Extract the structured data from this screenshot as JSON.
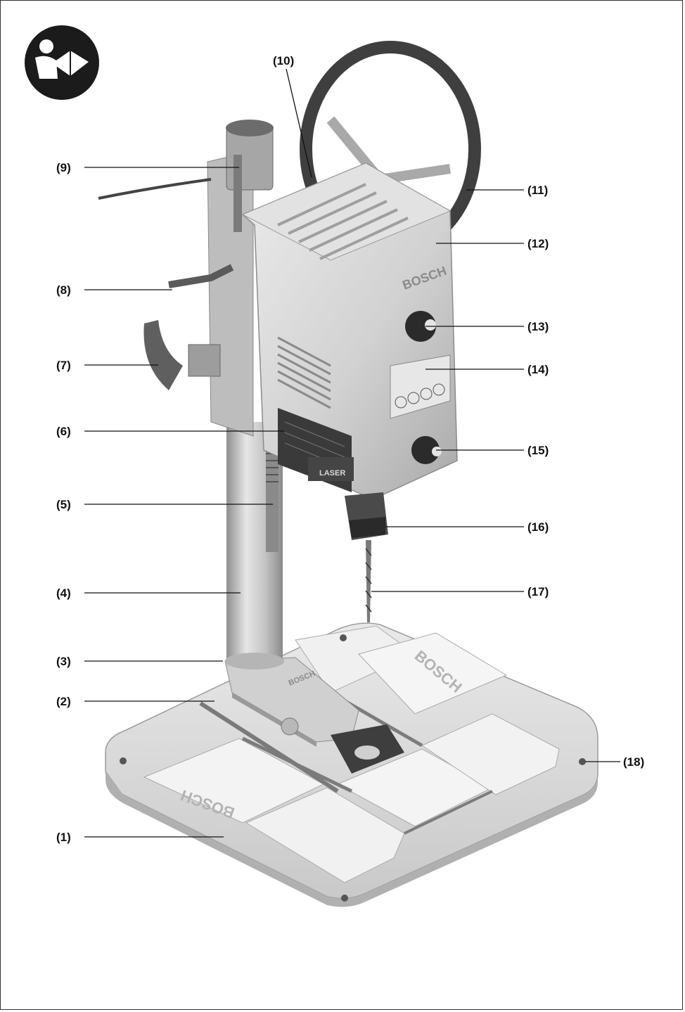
{
  "manual_icon": "read-instructions-icon",
  "brand_marks": [
    "BOSCH",
    "BOSCH",
    "BOSCH",
    "BOSCH"
  ],
  "head_label": "LASER",
  "callouts": [
    "(1)",
    "(2)",
    "(3)",
    "(4)",
    "(5)",
    "(6)",
    "(7)",
    "(8)",
    "(9)",
    "(10)",
    "(11)",
    "(12)",
    "(13)",
    "(14)",
    "(15)",
    "(16)",
    "(17)",
    "(18)"
  ],
  "colors": {
    "body": "#d6d6d6",
    "shadow": "#8e8e8e",
    "dark": "#3a3a3a",
    "line": "#111111"
  }
}
